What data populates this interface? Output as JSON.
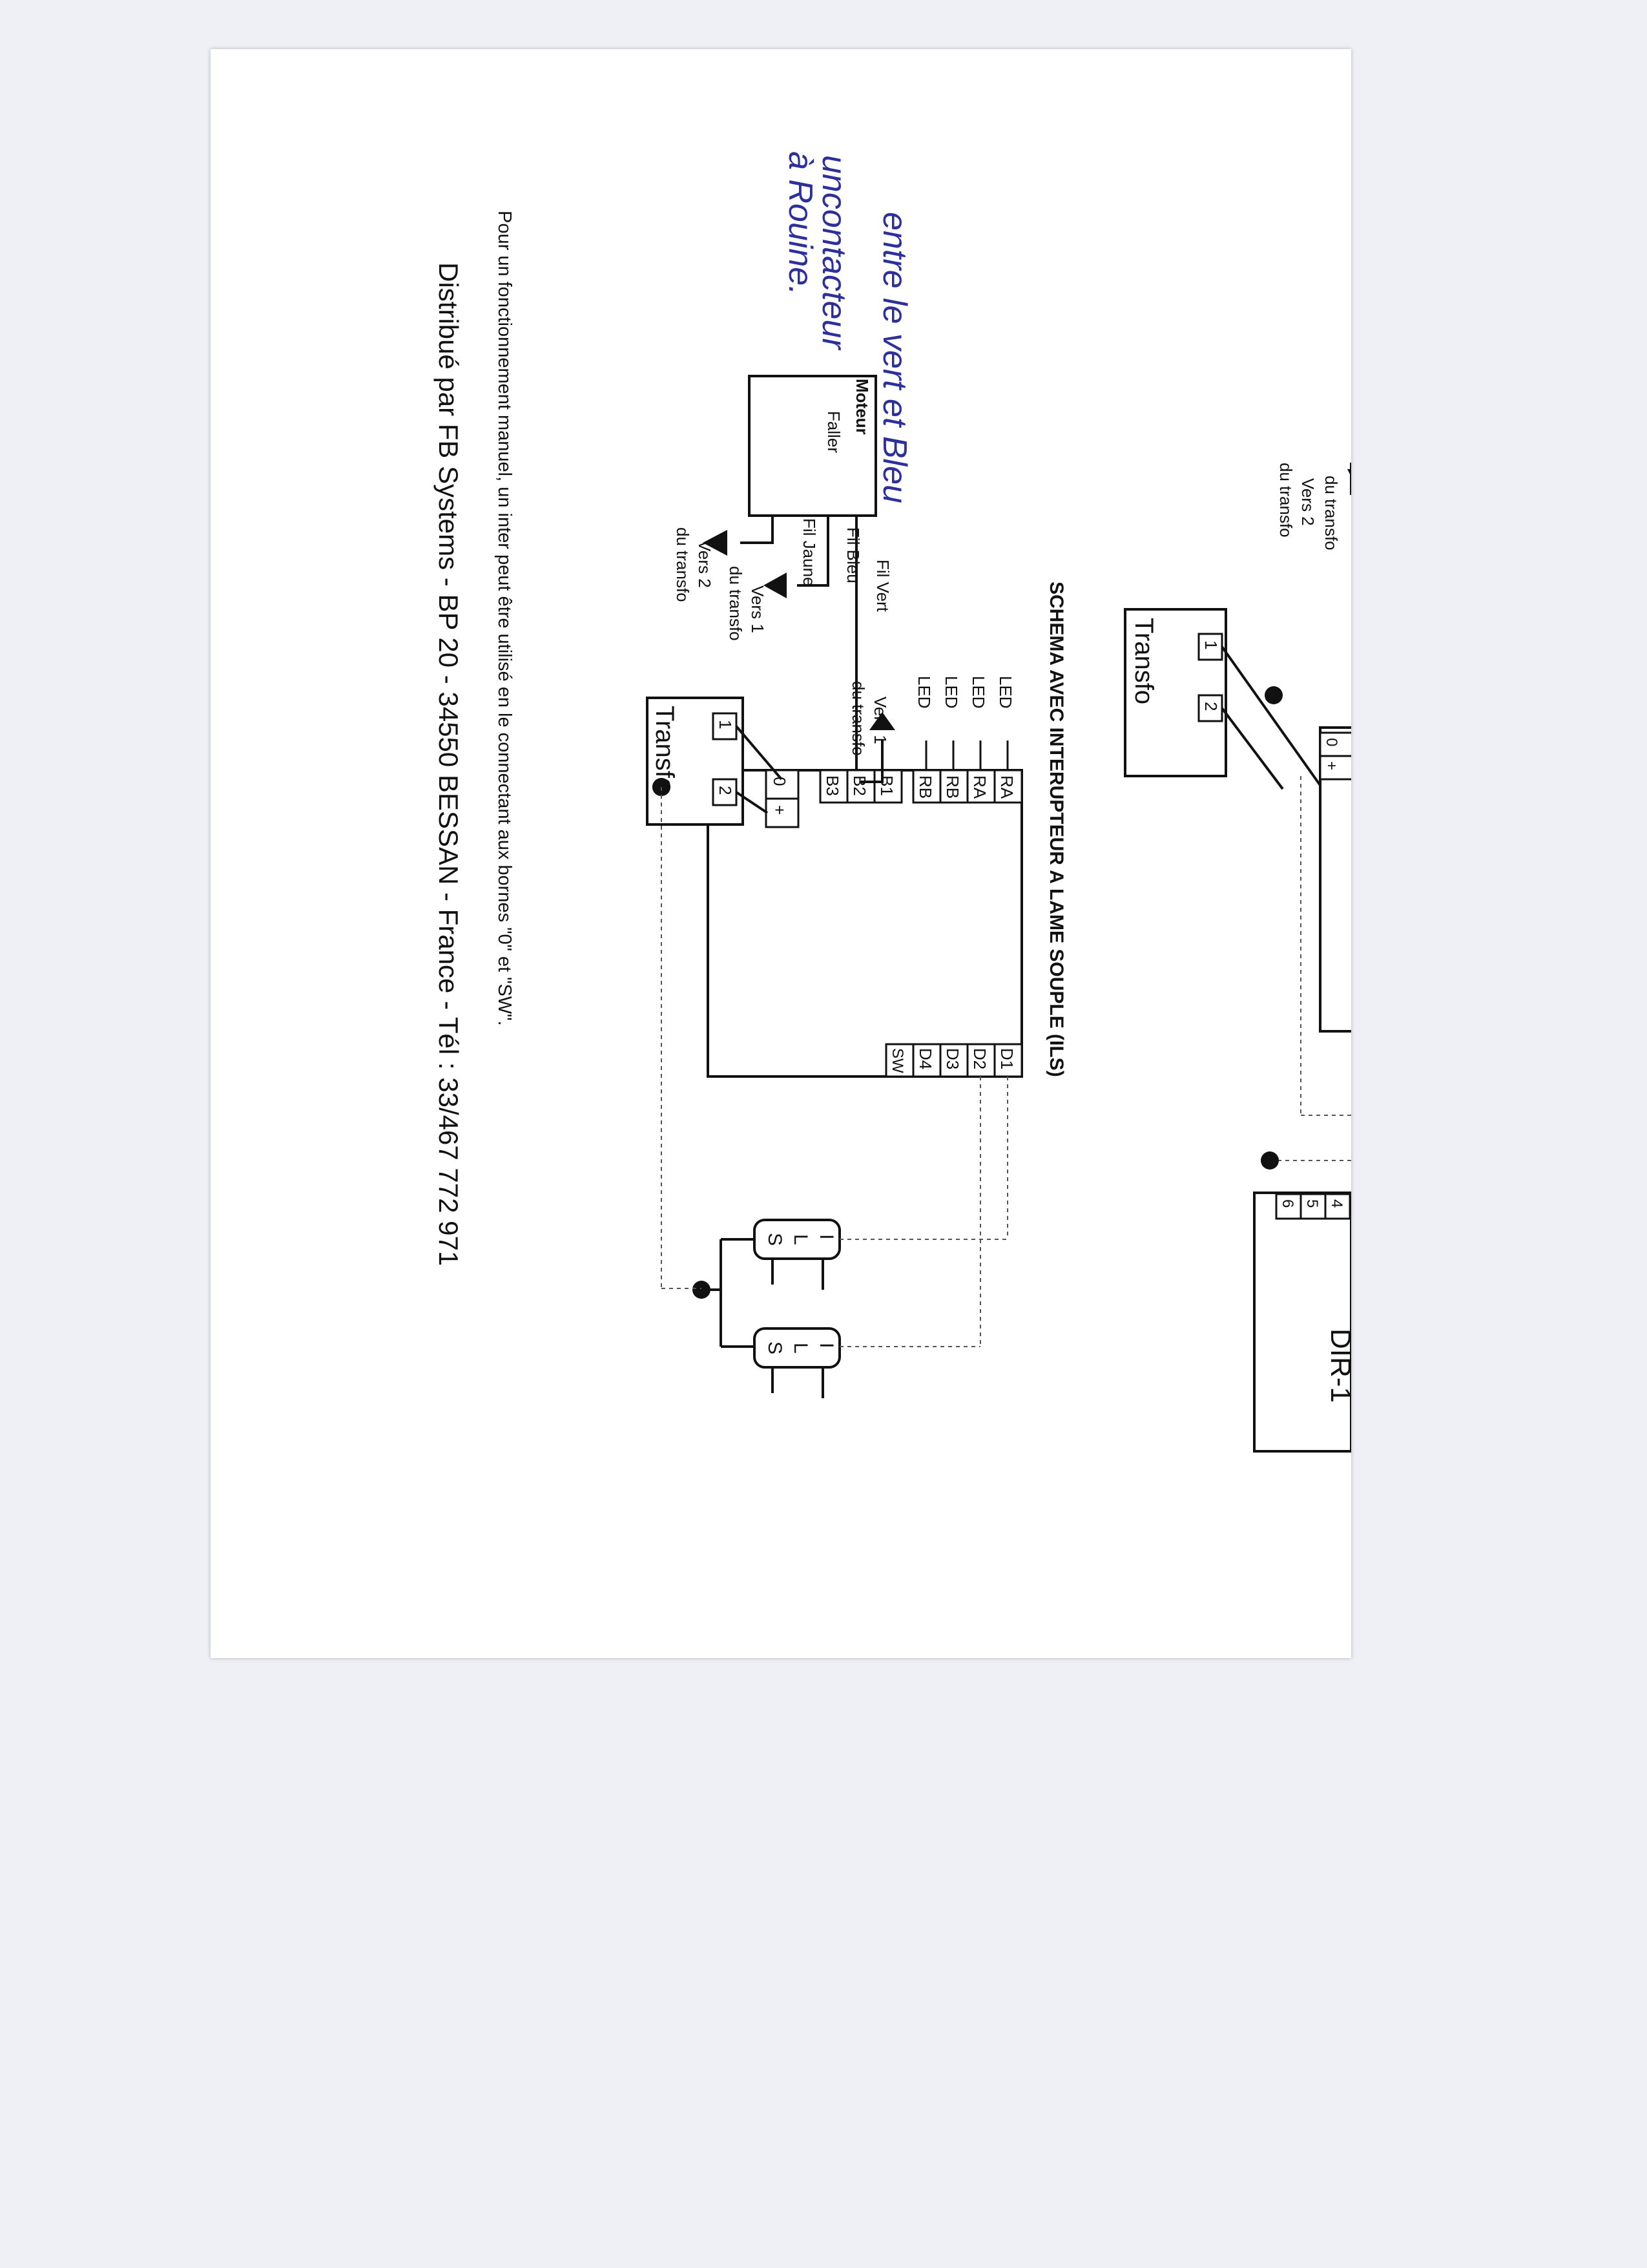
{
  "title": "SCHEMA AVEC INTERUPTEUR A LAME SOUPLE (ILS)",
  "top_left": {
    "arrow_label_partial": "du transfo",
    "transfo_label": "Transfo",
    "terminal_1": "1",
    "terminal_2": "2",
    "vers2_line1": "Vers 2",
    "vers2_line2": "du transfo",
    "module_t0": "0",
    "module_tplus": "+"
  },
  "top_right": {
    "terminal_4": "4",
    "terminal_5": "5",
    "terminal_6": "6",
    "module_label_partial": "DIR-1"
  },
  "module": {
    "left_terminals": [
      "RA",
      "RA",
      "RB",
      "RB",
      "B1",
      "B2",
      "B3"
    ],
    "power_terminals": [
      "0",
      "+"
    ],
    "right_terminals": [
      "D1",
      "D2",
      "D3",
      "D4",
      "SW"
    ],
    "led_labels": [
      "LED",
      "LED",
      "LED",
      "LED"
    ]
  },
  "motor": {
    "line1": "Moteur",
    "line2": "Faller",
    "fil_vert": "Fil Vert",
    "fil_bleu": "Fil Bleu",
    "fil_jaune": "Fil Jaune",
    "vers1_a_line1": "Vers 1",
    "vers1_a_line2": "du transfo",
    "vers1_b_line1": "Vers 1",
    "vers1_b_line2": "du transfo",
    "vers2_line1": "Vers 2",
    "vers2_line2": "du transfo"
  },
  "transfo_main": {
    "label": "Transfo",
    "terminal_1": "1",
    "terminal_2": "2"
  },
  "ils": [
    {
      "letters": [
        "I",
        "L",
        "S"
      ]
    },
    {
      "letters": [
        "I",
        "L",
        "S"
      ]
    }
  ],
  "handwritten": {
    "line1": "entre le vert et Bleu",
    "line2": "uncontacteur",
    "line3": "à Rouine."
  },
  "footer": {
    "note": "Pour un fonctionnement manuel, un inter peut être utilisé en le connectant aux bornes \"0\" et \"SW\".",
    "distributor": "Distribué par FB Systems - BP 20 - 34550 BESSAN - France - Tél : 33/467 772 971"
  }
}
